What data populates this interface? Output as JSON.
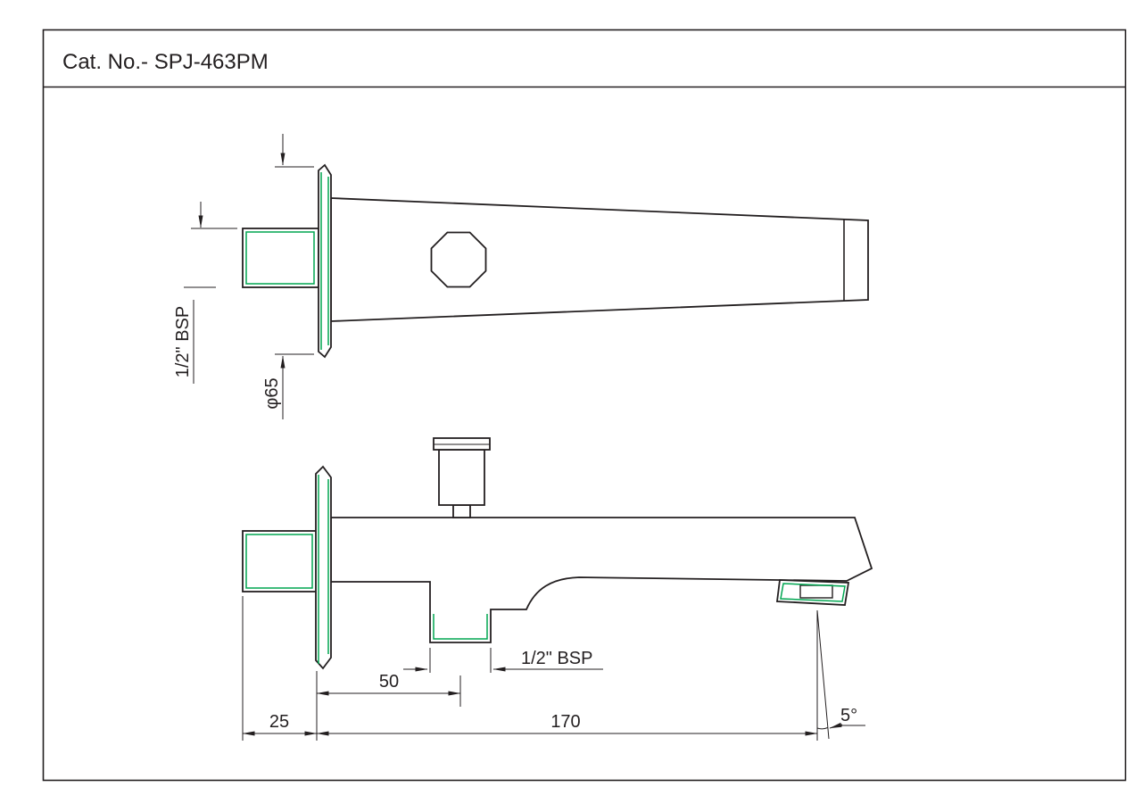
{
  "colors": {
    "line": "#231f20",
    "thread_highlight": "#00a651",
    "background": "#ffffff"
  },
  "title_block": {
    "catalog_label": "Cat. No.- SPJ-463PM"
  },
  "views": {
    "top_view": {
      "dims": {
        "inlet_thread": "1/2\" BSP",
        "flange_diameter": "φ65"
      }
    },
    "side_view": {
      "dims": {
        "outlet_thread": "1/2\" BSP",
        "outlet_center_offset": "50",
        "wall_plate_depth": "25",
        "spout_projection": "170",
        "tip_angle": "5°"
      }
    }
  }
}
